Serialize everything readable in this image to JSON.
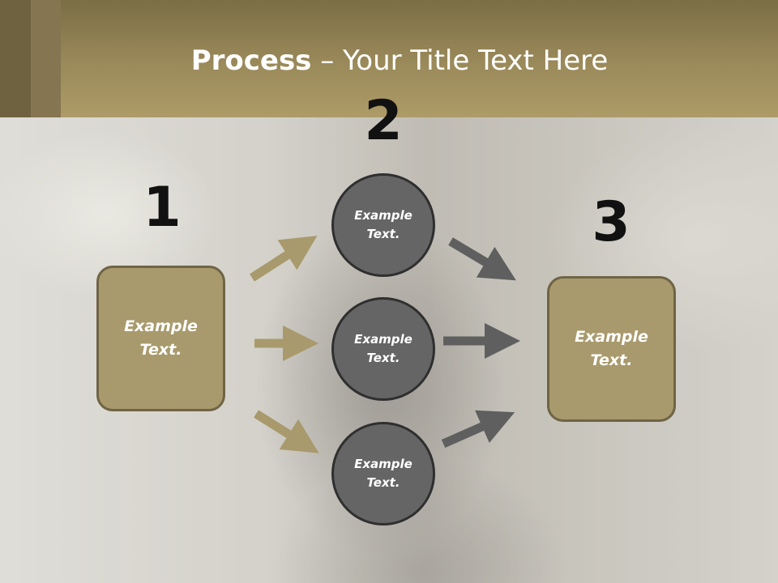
{
  "title": {
    "bold": "Process",
    "rest": " – Your Title Text Here"
  },
  "steps": {
    "one": {
      "number": "1",
      "label": "Example\nText."
    },
    "two": {
      "number": "2",
      "circles": [
        {
          "label": "Example\nText."
        },
        {
          "label": "Example\nText."
        },
        {
          "label": "Example\nText."
        }
      ]
    },
    "three": {
      "number": "3",
      "label": "Example\nText."
    }
  },
  "colors": {
    "header": "#9b8a5a",
    "box_fill": "#a89a6c",
    "box_border": "#6f6445",
    "circle_fill": "#656565",
    "arrow_gold": "#a89a6c",
    "arrow_gray": "#5f5f5f"
  }
}
